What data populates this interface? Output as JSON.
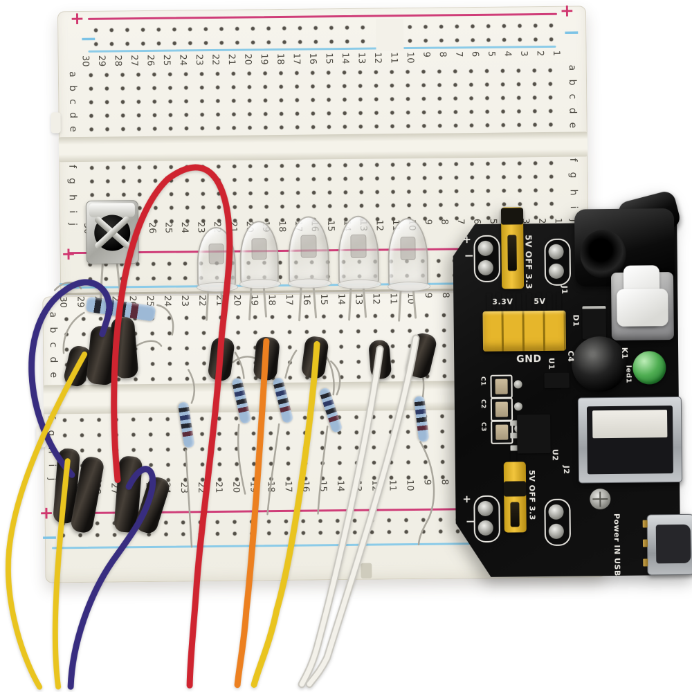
{
  "breadboard": {
    "plus": "+",
    "minus": "−",
    "numbers": [
      "30",
      "29",
      "28",
      "27",
      "26",
      "25",
      "24",
      "23",
      "22",
      "21",
      "20",
      "19",
      "18",
      "17",
      "16",
      "15",
      "14",
      "13",
      "12",
      "11",
      "10",
      "9",
      "8",
      "7",
      "6",
      "5",
      "4",
      "3",
      "2",
      "1"
    ],
    "letters_upper": [
      "a",
      "b",
      "c",
      "d",
      "e"
    ],
    "letters_lower": [
      "f",
      "g",
      "h",
      "i",
      "j"
    ]
  },
  "module": {
    "labels": {
      "plus": "+",
      "minus": "−",
      "jumper_top": "5V OFF 3.3",
      "jumper_bottom": "5V OFF 3.3",
      "v33": "3.3V",
      "v5": "5V",
      "gnd": "GND",
      "j1": "J1",
      "j2": "J2",
      "d1": "D1",
      "c1": "C1",
      "c2": "C2",
      "c3": "C3",
      "c4": "C4",
      "u1": "U1",
      "u2": "U2",
      "k1": "K1",
      "led1": "led1",
      "power_in": "Power IN USB"
    }
  },
  "colors": {
    "rail_positive": "#cf3d78",
    "rail_negative": "#8bcbe8",
    "board_body": "#f3f1e9",
    "pcb_black": "#0f0e0d",
    "jumper_yellow": "#e6b62b",
    "led_green": "#4fae52",
    "wire_red": "#cf2430",
    "wire_orange": "#ec8020",
    "wire_yellow": "#e9c41f",
    "wire_white": "#f3f1ea",
    "wire_purple": "#382d80",
    "resistor_body": "#9db9d6"
  }
}
